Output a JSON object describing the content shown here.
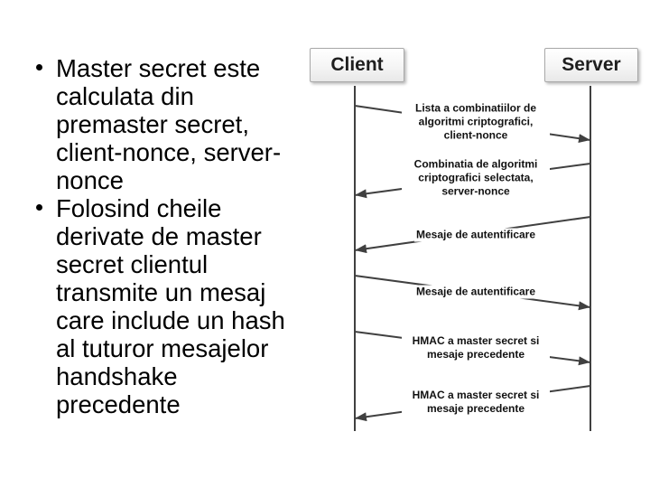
{
  "slide": {
    "bullets": [
      "Master secret este calculata din premaster secret, client-nonce, server-nonce",
      "Folosind cheile derivate de master secret clientul transmite un mesaj care include un hash al tuturor mesajelor handshake precedente"
    ]
  },
  "diagram": {
    "actors": [
      {
        "id": "client",
        "label": "Client"
      },
      {
        "id": "server",
        "label": "Server"
      }
    ],
    "messages": [
      {
        "from": "client",
        "to": "server",
        "label": "Lista a combinatiilor de algoritmi criptografici, client-nonce"
      },
      {
        "from": "server",
        "to": "client",
        "label": "Combinatia de algoritmi criptografici selectata, server-nonce"
      },
      {
        "from": "server",
        "to": "client",
        "label": "Mesaje de autentificare"
      },
      {
        "from": "client",
        "to": "server",
        "label": "Mesaje de autentificare"
      },
      {
        "from": "client",
        "to": "server",
        "label": "HMAC a master secret si mesaje precedente"
      },
      {
        "from": "server",
        "to": "client",
        "label": "HMAC a master secret si mesaje precedente"
      }
    ],
    "colors": {
      "line": "#404040",
      "label_text": "#111111",
      "box_border": "#a9a9a9"
    }
  }
}
